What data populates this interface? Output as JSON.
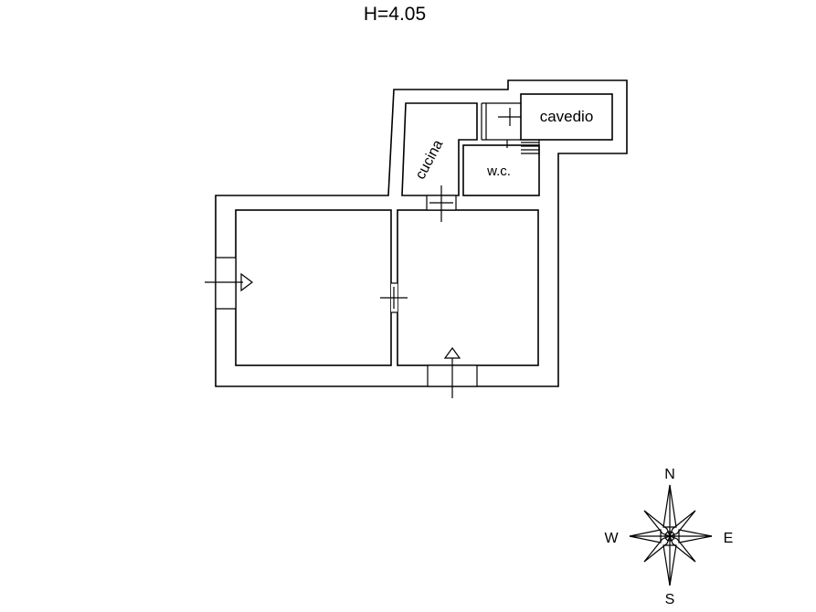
{
  "plan": {
    "height_label": "H=4.05",
    "rooms": {
      "cucina": "cucina",
      "wc": "w.c.",
      "cavedio": "cavedio"
    }
  },
  "compass": {
    "north": "N",
    "south": "S",
    "east": "E",
    "west": "W"
  }
}
